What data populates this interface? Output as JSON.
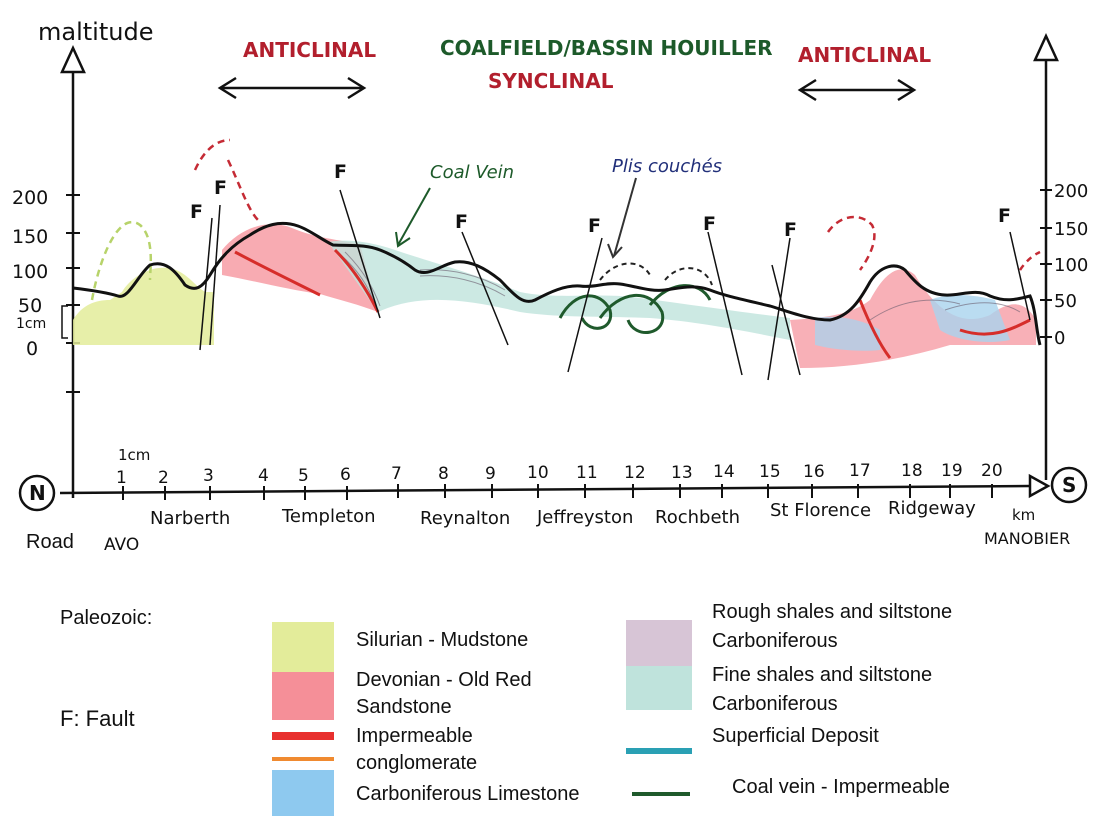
{
  "axis": {
    "y_title": "maltitude",
    "y_ticks": [
      "200",
      "150",
      "100",
      "50",
      "0"
    ],
    "scale_note": "1cm",
    "right_ticks": [
      "200",
      "150",
      "100",
      "50",
      "0"
    ],
    "x_ticks": [
      "1",
      "2",
      "3",
      "4",
      "5",
      "6",
      "7",
      "8",
      "9",
      "10",
      "11",
      "12",
      "13",
      "14",
      "15",
      "16",
      "17",
      "18",
      "19",
      "20"
    ],
    "x_scale_note": "1cm",
    "x_unit": "km",
    "north": "N",
    "south": "S"
  },
  "header": {
    "anticlinal_left": "ANTICLINAL",
    "coalfield": "COALFIELD/BASSIN HOUILLER",
    "synclinal": "SYNCLINAL",
    "anticlinal_right": "ANTICLINAL"
  },
  "annotations": {
    "coal_vein": "Coal Vein",
    "plis": "Plis couchés",
    "fault_letter": "F"
  },
  "places": {
    "road": "Road",
    "start": "AVO",
    "towns": [
      "Narberth",
      "Templeton",
      "Reynalton",
      "Jeffreyston",
      "Rochbeth",
      "St Florence",
      "Ridgeway"
    ],
    "end": "MANOBIER"
  },
  "legend": {
    "heading": "Paleozoic:",
    "fault_key": "F: Fault",
    "items": [
      {
        "label": "Silurian - Mudstone",
        "color": "#e3ec9a"
      },
      {
        "label": "Devonian - Old Red Sandstone",
        "color": "#f58f98"
      },
      {
        "label": "Impermeable conglomerate",
        "color": "#e8302e"
      },
      {
        "label": "Carboniferous Limestone",
        "color": "#8ec9ef"
      },
      {
        "label": "Rough shales and siltstone Carboniferous",
        "color": "#d7c5d6"
      },
      {
        "label": "Fine shales and siltstone Carboniferous",
        "color": "#bfe3dc"
      },
      {
        "label": "Superficial Deposit",
        "color": "#2aa0b4"
      },
      {
        "label": "Coal vein - Impermeable",
        "color": "#1f5a2c"
      }
    ]
  },
  "colors": {
    "red_heading": "#b21f2d",
    "green_heading": "#1d5a2a",
    "blue_note": "#22307a"
  }
}
